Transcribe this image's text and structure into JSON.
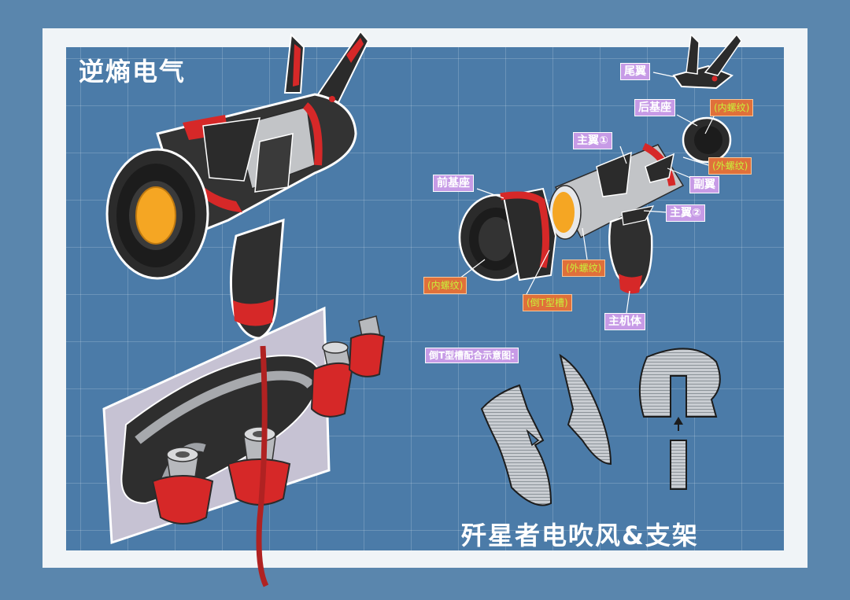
{
  "brand_title": "逆熵电气",
  "product_title": "歼星者电吹风&支架",
  "labels": {
    "tail_wing": "尾翼",
    "rear_base": "后基座",
    "inner_thread_top": "(内螺纹)",
    "main_wing_1": "主翼①",
    "outer_thread_right": "(外螺纹)",
    "sub_wing": "副翼",
    "front_base": "前基座",
    "main_wing_2": "主翼②",
    "outer_thread_mid": "(外螺纹)",
    "inner_thread_left": "(内螺纹)",
    "inverted_t_slot": "(倒T型槽)",
    "main_body": "主机体"
  },
  "diagram_subtitle": "倒T型槽配合示意图:",
  "colors": {
    "background": "#5a86ad",
    "board": "#4b7ba8",
    "frame": "#f0f4f7",
    "label_purple": "#c79be6",
    "label_orange": "#e0703a",
    "accent_red": "#d62828",
    "body_dark": "#2b2b2b",
    "lens_orange": "#f5a623"
  }
}
